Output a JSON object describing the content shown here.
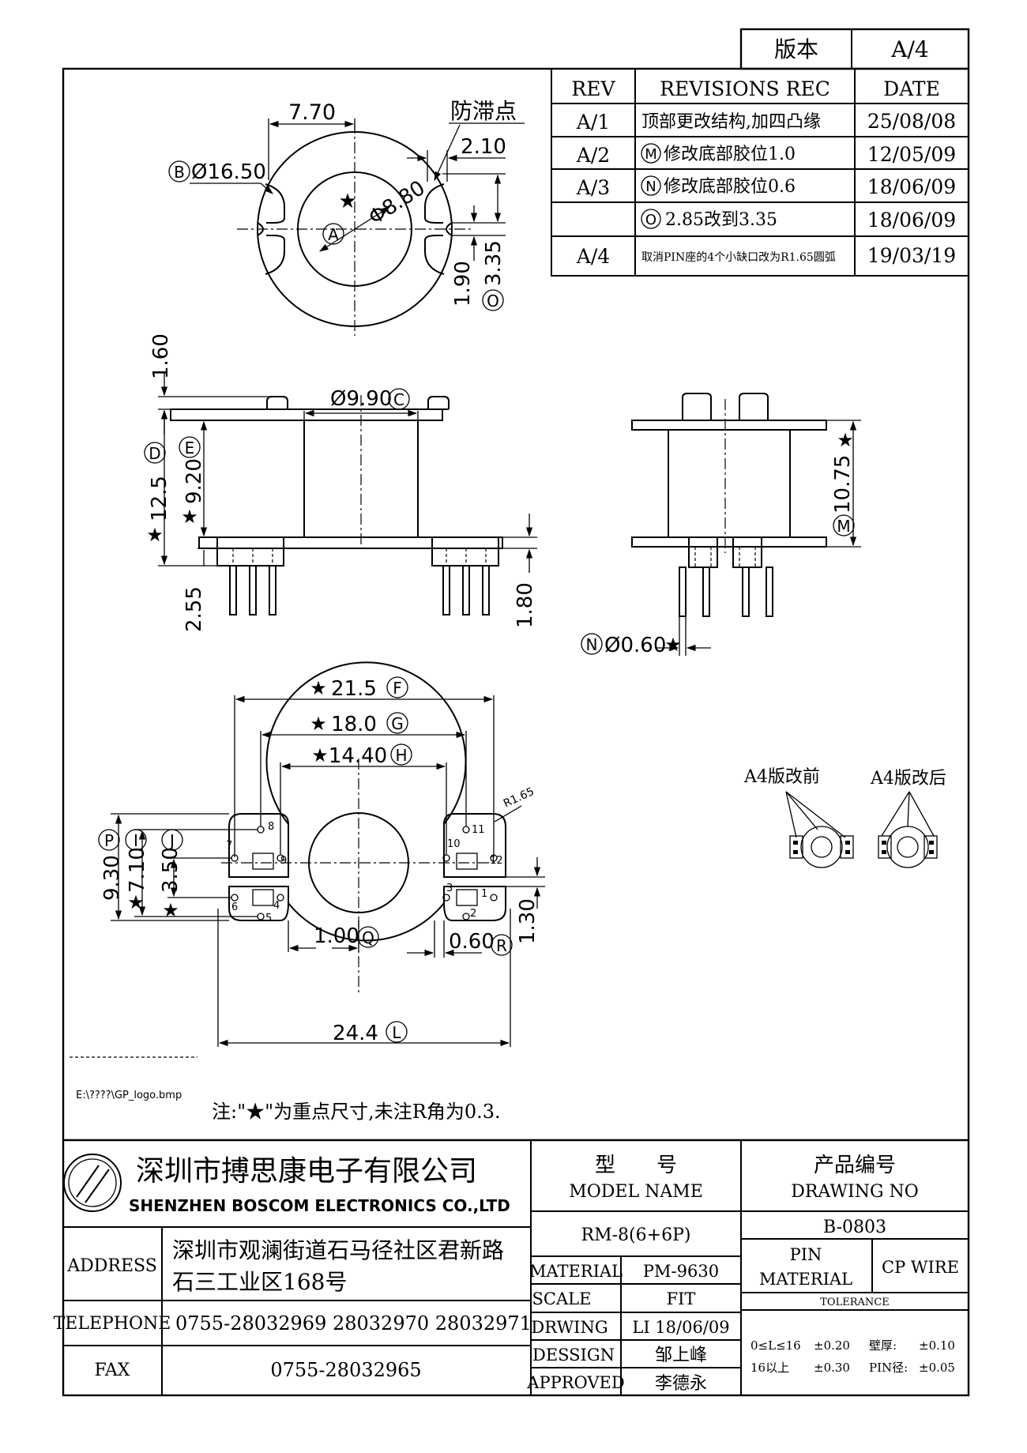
{
  "version_box": {
    "label": "版本",
    "value": "A/4"
  },
  "revisions": {
    "headers": [
      "REV",
      "REVISIONS REC",
      "DATE"
    ],
    "rows": [
      {
        "rev": "A/1",
        "desc": "顶部更改结构,加四凸缘",
        "date": "25/08/08"
      },
      {
        "rev": "A/2",
        "mark": "M",
        "desc": "修改底部胶位1.0",
        "date": "12/05/09"
      },
      {
        "rev": "A/3",
        "mark": "N",
        "desc": "修改底部胶位0.6",
        "date": "18/06/09"
      },
      {
        "rev": "",
        "mark": "O",
        "desc": "2.85改到3.35",
        "date": "18/06/09"
      },
      {
        "rev": "A/4",
        "desc": "取消PIN座的4个小缺口改为R1.65圆弧",
        "date": "19/03/19"
      }
    ]
  },
  "top_view": {
    "dim_width": "7.70",
    "anti_stall": "防滞点",
    "dim_slot": "2.10",
    "dim_outer": "Ø16.50",
    "outer_mark": "B",
    "dim_inner": "Φ8.80",
    "inner_mark": "A",
    "dim_190": "1.90",
    "dim_335": "3.35",
    "mark_335": "O"
  },
  "side_view": {
    "dim_flange": "1.60",
    "dim_core": "Ø9.90",
    "core_mark": "C",
    "dim_total": "12.5",
    "total_mark": "D",
    "dim_body": "9.20",
    "body_mark": "E",
    "dim_pin_len": "2.55",
    "dim_base": "1.80"
  },
  "end_view": {
    "dim_height": "10.75",
    "height_mark": "M",
    "dim_pin": "Ø0.60",
    "pin_mark": "N"
  },
  "bottom_view": {
    "dim_f": "21.5",
    "mark_f": "F",
    "dim_g": "18.0",
    "mark_g": "G",
    "dim_h": "14.40",
    "mark_h": "H",
    "dim_p": "9.30",
    "mark_p": "P",
    "dim_i": "7.10",
    "mark_i": "I",
    "dim_j": "3.50",
    "mark_j": "J",
    "dim_q": "1.00",
    "mark_q": "Q",
    "dim_r": "0.60",
    "mark_r": "R",
    "dim_130": "1.30",
    "dim_l": "24.4",
    "mark_l": "L",
    "radius": "R1.65",
    "pins": [
      "1",
      "2",
      "3",
      "4",
      "5",
      "6",
      "7",
      "8",
      "9",
      "10",
      "11",
      "12"
    ]
  },
  "star": "★",
  "detail": {
    "before": "A4版改前",
    "after": "A4版改后"
  },
  "logo_path": "E:\\????\\GP_logo.bmp",
  "note": "注:\"★\"为重点尺寸,未注R角为0.3.",
  "company": {
    "name_cn": "深圳市搏思康电子有限公司",
    "name_en": "SHENZHEN BOSCOM ELECTRONICS CO.,LTD",
    "address_label": "ADDRESS",
    "address_line1": "深圳市观澜街道石马径社区君新路",
    "address_line2": "石三工业区168号",
    "telephone_label": "TELEPHONE",
    "telephone": "0755-28032969 28032970 28032971",
    "fax_label": "FAX",
    "fax": "0755-28032965"
  },
  "title_block": {
    "model_label_cn": "型　　号",
    "model_label_en": "MODEL NAME",
    "model": "RM-8(6+6P)",
    "drawing_label_cn": "产品编号",
    "drawing_label_en": "DRAWING NO",
    "drawing_no": "B-0803",
    "material_label": "MATERIAL",
    "material": "PM-9630",
    "scale_label": "SCALE",
    "scale": "FIT",
    "drwing_label": "DRWING",
    "drwing": "LI 18/06/09",
    "design_label": "DESSIGN",
    "design": "邹上峰",
    "approved_label": "APPROVED",
    "approved": "李德永",
    "pin_label": "PIN",
    "pin_material_label": "MATERIAL",
    "pin_material": "CP WIRE",
    "tolerance_label": "TOLERANCE",
    "tol_range1": "0≤L≤16",
    "tol_val1": "±0.20",
    "tol_wall_label": "壁厚:",
    "tol_wall": "±0.10",
    "tol_range2": "16以上",
    "tol_val2": "±0.30",
    "tol_pin_label": "PIN径:",
    "tol_pin": "±0.05"
  }
}
